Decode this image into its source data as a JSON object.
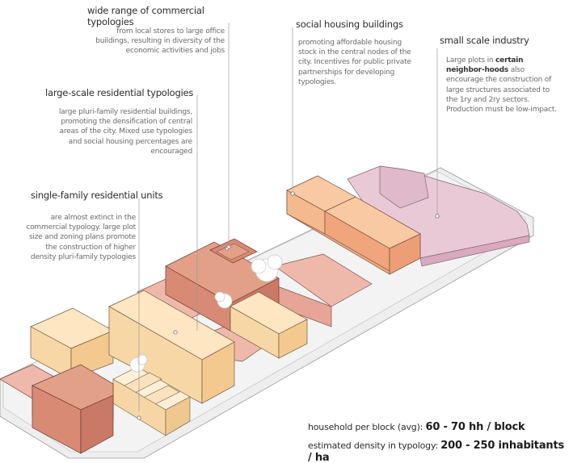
{
  "annotations": {
    "commercial": {
      "title": "wide range of commercial typologies",
      "text": "from local stores to large office buildings, resulting in diversity of the economic activities and jobs"
    },
    "residential_large": {
      "title": "large-scale residential typologies",
      "text": "large pluri-family residential buildings, promoting the densification of central areas of the city. Mixed use typologies and social housing percentages are encouraged"
    },
    "single_family": {
      "title": "single-family residential units",
      "text": "are almost extinct in the commercial typology. large plot size and zoning plans promote the construction of higher density pluri-family typologies"
    },
    "social_housing": {
      "title": "social housing buildings",
      "text": "promoting affordable housing stock in the central nodes of the city. Incentives for public private partnerships for developing typologies."
    },
    "industry": {
      "title": "small scale industry",
      "text_before": "Large plots in ",
      "text_bold": "certain neighbor-hoods",
      "text_after": " also encourage the construction of large structures associated to the 1ry and 2ry sectors. Production must be low-impact."
    }
  },
  "metrics": {
    "households_label": "household per block (avg):",
    "households_value": "60 - 70 hh / block",
    "density_label": "estimated density in typology:",
    "density_value": "200 - 250 inhabitants / ha"
  },
  "colors": {
    "commercial": "#e3a089",
    "commercial_dark": "#c97966",
    "residential": "#fbdcae",
    "social_housing": "#f7bc8d",
    "industry": "#eac9d7",
    "pink_low": "#eeb9ab",
    "sidewalk": "#eeeeee",
    "leader_line": "#9a9a9a"
  }
}
